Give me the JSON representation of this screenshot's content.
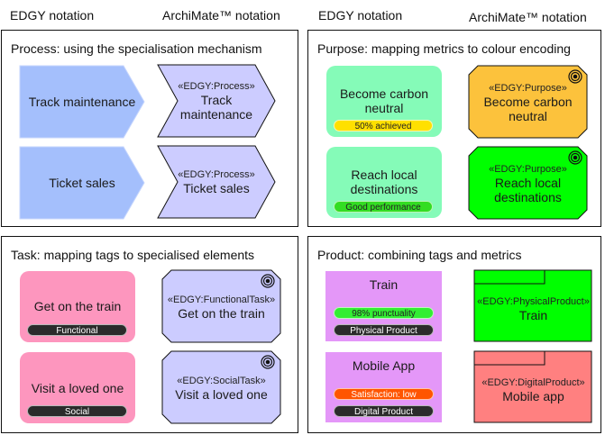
{
  "column_headers": {
    "left_edgy": "EDGY notation",
    "left_archimate": "ArchiMate™ notation",
    "right_edgy": "EDGY notation",
    "right_archimate": "ArchiMate™ notation"
  },
  "colors": {
    "process_edgy": "#a4bffc",
    "process_archimate": "#ccccff",
    "purpose_edgy": "#85fbb8",
    "purpose_archimate_1": "#fcc23c",
    "purpose_archimate_2": "#00ff00",
    "metric_yellow": "#ffe000",
    "metric_green": "#33dd22",
    "metric_green_bright": "#33ee33",
    "metric_orange": "#ff5500",
    "task_edgy": "#fd96be",
    "task_archimate": "#ccccff",
    "product_edgy": "#e497f8",
    "product_archimate_1": "#00ff00",
    "product_archimate_2": "#ff8080",
    "tag_dark": "#2b2b2b"
  },
  "panels": {
    "process": {
      "title": "Process: using the specialisation mechanism",
      "items": [
        {
          "edgy_label": "Track maintenance",
          "stereotype": "«EDGY:Process»",
          "archimate_label": "Track maintenance"
        },
        {
          "edgy_label": "Ticket sales",
          "stereotype": "«EDGY:Process»",
          "archimate_label": "Ticket sales"
        }
      ]
    },
    "purpose": {
      "title": "Purpose: mapping metrics to colour encoding",
      "items": [
        {
          "edgy_label": "Become carbon neutral",
          "metric": "50% achieved",
          "stereotype": "«EDGY:Purpose»",
          "archimate_label": "Become carbon neutral",
          "icon": "goal-icon"
        },
        {
          "edgy_label": "Reach local destinations",
          "metric": "Good performance",
          "stereotype": "«EDGY:Purpose»",
          "archimate_label": "Reach local destinations",
          "icon": "goal-icon"
        }
      ]
    },
    "task": {
      "title": "Task: mapping tags to specialised elements",
      "items": [
        {
          "edgy_label": "Get on the train",
          "tag": "Functional",
          "stereotype": "«EDGY:FunctionalTask»",
          "archimate_label": "Get on the train",
          "icon": "goal-icon"
        },
        {
          "edgy_label": "Visit a loved one",
          "tag": "Social",
          "stereotype": "«EDGY:SocialTask»",
          "archimate_label": "Visit a loved one",
          "icon": "goal-icon"
        }
      ]
    },
    "product": {
      "title": "Product: combining tags and metrics",
      "items": [
        {
          "edgy_label": "Train",
          "metric": "98% punctuality",
          "tag": "Physical Product",
          "stereotype": "«EDGY:PhysicalProduct»",
          "archimate_label": "Train"
        },
        {
          "edgy_label": "Mobile App",
          "metric": "Satisfaction: low",
          "tag": "Digital Product",
          "stereotype": "«EDGY:DigitalProduct»",
          "archimate_label": "Mobile app"
        }
      ]
    }
  }
}
